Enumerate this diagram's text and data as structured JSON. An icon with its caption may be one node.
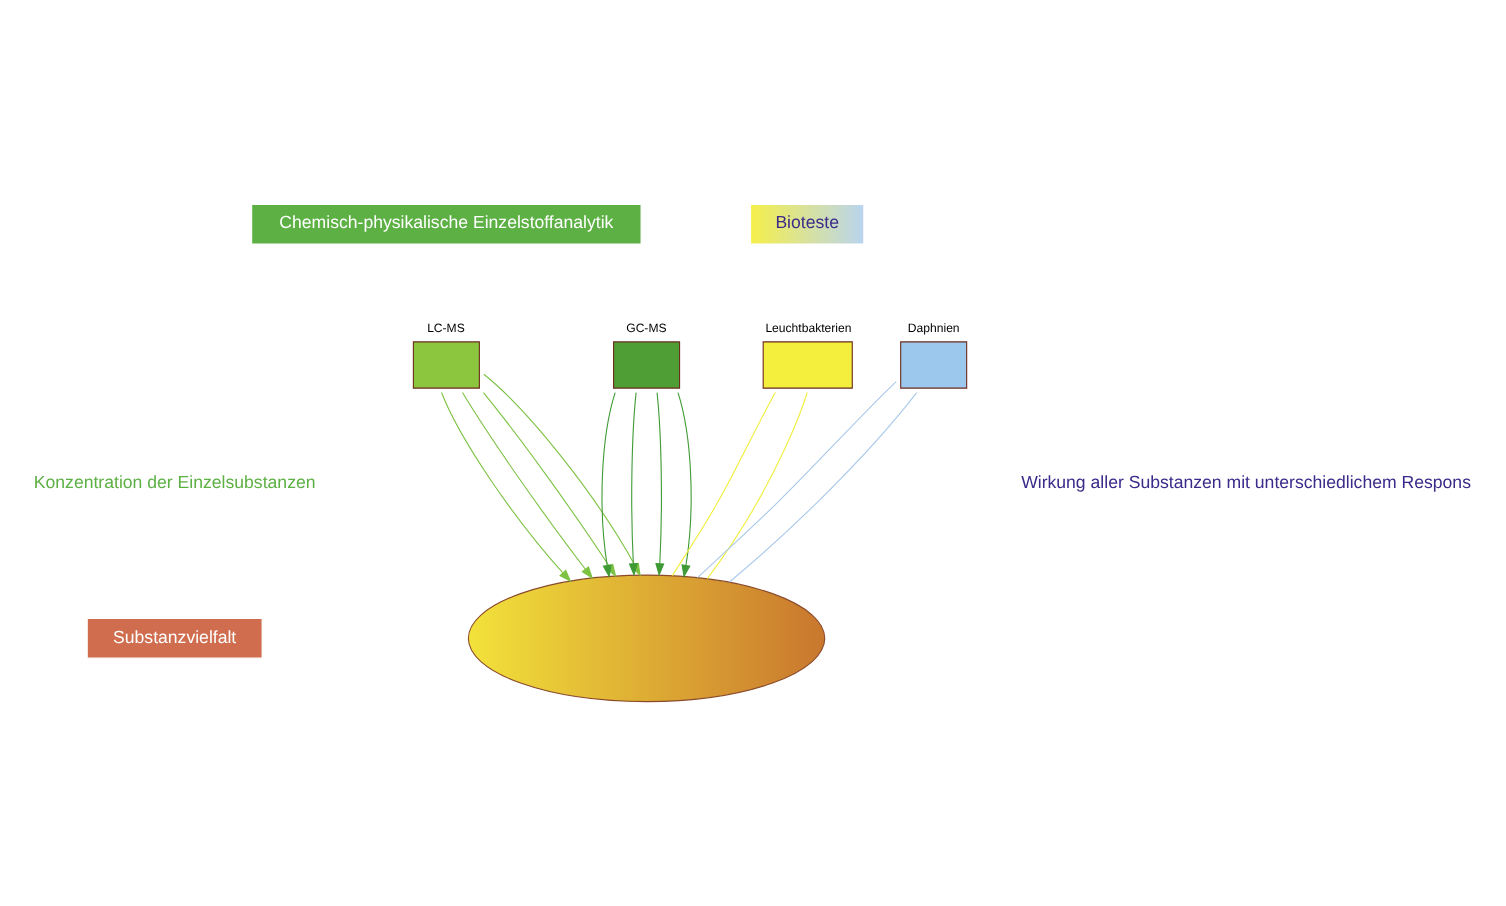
{
  "diagram": {
    "nodes": [
      {
        "text": [
          "Chemisch-physikalische Einzelstoffanalytik"
        ]
      },
      {
        "text": [
          "Bioteste"
        ]
      },
      {
        "text": [
          "LC-MS"
        ]
      },
      {
        "text": [
          "GC-MS"
        ]
      },
      {
        "text": [
          "Leuchtbakterien"
        ]
      },
      {
        "text": [
          "Daphnien"
        ]
      },
      {
        "text": [],
        "shape": "ellipse"
      },
      {
        "text": [
          "Substanzvielfalt"
        ]
      }
    ],
    "edges": [
      {
        "from": 2,
        "to": 6,
        "arrow": "to",
        "color": "#7dc242"
      },
      {
        "from": 2,
        "to": 6,
        "arrow": "to",
        "color": "#7dc242"
      },
      {
        "from": 2,
        "to": 6,
        "arrow": "to",
        "color": "#7dc242"
      },
      {
        "from": 2,
        "to": 6,
        "arrow": "to",
        "color": "#7dc242"
      },
      {
        "from": 3,
        "to": 6,
        "arrow": "to",
        "color": "#3f9a35"
      },
      {
        "from": 3,
        "to": 6,
        "arrow": "to",
        "color": "#3f9a35"
      },
      {
        "from": 3,
        "to": 6,
        "arrow": "to",
        "color": "#3f9a35"
      },
      {
        "from": 3,
        "to": 6,
        "arrow": "to",
        "color": "#3f9a35"
      },
      {
        "from": 4,
        "to": 6,
        "arrow": "none",
        "color": "#f0ee3a"
      },
      {
        "from": 4,
        "to": 6,
        "arrow": "none",
        "color": "#f0ee3a"
      },
      {
        "from": 5,
        "to": 6,
        "arrow": "none",
        "color": "#a9c8ea"
      },
      {
        "from": 5,
        "to": 6,
        "arrow": "none",
        "color": "#a9c8ea"
      }
    ],
    "labels": [
      "Konzentration der Einzelsubstanzen",
      "Wirkung aller Substanzen mit unterschiedlichem Respons"
    ]
  }
}
